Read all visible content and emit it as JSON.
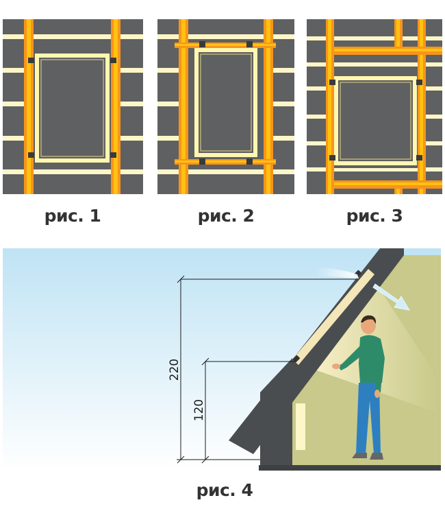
{
  "captions": {
    "fig1": "рис. 1",
    "fig2": "рис. 2",
    "fig3": "рис. 3",
    "fig4": "рис. 4"
  },
  "dimensions": {
    "upper": "220",
    "lower": "120"
  },
  "colors": {
    "roof": "#5f6062",
    "rafter": "#f7941d",
    "rafter_core": "#ffc20e",
    "batten": "#fcf6c8",
    "frame": "#fff7b0",
    "bracket": "#3a3a3a",
    "wall": "#c8c98a",
    "sky_top": "#bfe3f4",
    "sky_bottom": "#ffffff",
    "shirt": "#2e8b6a",
    "jeans": "#2d7fc0"
  }
}
